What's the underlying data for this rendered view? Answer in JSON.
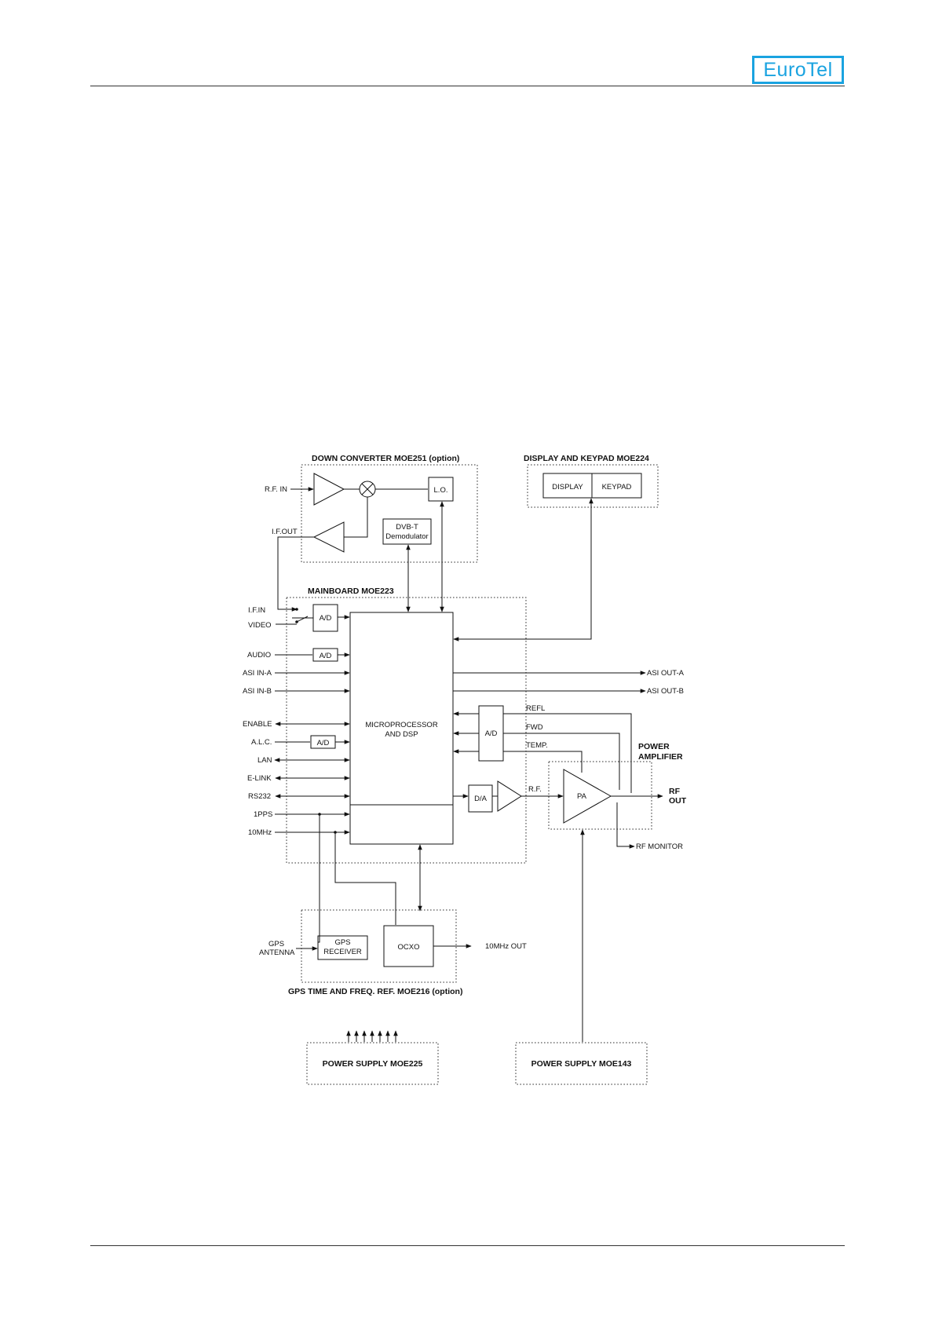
{
  "header": {
    "logo_text": "EuroTel",
    "brand_color": "#1aa3e0"
  },
  "diagram": {
    "groups": {
      "down_converter": "DOWN CONVERTER MOE251 (option)",
      "display_keypad": "DISPLAY AND KEYPAD MOE224",
      "mainboard": "MAINBOARD MOE223",
      "power_amplifier": [
        "POWER",
        "AMPLIFIER"
      ],
      "gps_ref": "GPS TIME AND FREQ. REF. MOE216 (option)"
    },
    "blocks": {
      "lo": "L.O.",
      "dvbt": [
        "DVB-T",
        "Demodulator"
      ],
      "display": "DISPLAY",
      "keypad": "KEYPAD",
      "ad_if": "A/D",
      "ad_audio": "A/D",
      "ad_alc": "A/D",
      "microprocessor": [
        "MICROPROCESSOR",
        "AND DSP"
      ],
      "ad_monitor": "A/D",
      "da": "D/A",
      "pa": "PA",
      "gps_receiver": [
        "GPS",
        "RECEIVER"
      ],
      "ocxo": "OCXO",
      "psu_225": "POWER SUPPLY MOE225",
      "psu_143": "POWER SUPPLY MOE143"
    },
    "signals": {
      "rf_in": "R.F. IN",
      "if_out": "I.F.OUT",
      "if_in": "I.F.IN",
      "video": "VIDEO",
      "audio": "AUDIO",
      "asi_in_a": "ASI IN-A",
      "asi_in_b": "ASI IN-B",
      "enable": "ENABLE",
      "alc": "A.L.C.",
      "lan": "LAN",
      "elink": "E-LINK",
      "rs232": "RS232",
      "pps": "1PPS",
      "mhz10": "10MHz",
      "asi_out_a": "ASI OUT-A",
      "asi_out_b": "ASI OUT-B",
      "refl": "REFL",
      "fwd": "FWD",
      "temp": "TEMP.",
      "rf": "R.F.",
      "rf_out": [
        "RF",
        "OUT"
      ],
      "rf_monitor": "RF MONITOR",
      "gps_antenna": [
        "GPS",
        "ANTENNA"
      ],
      "mhz10_out": "10MHz OUT"
    }
  }
}
